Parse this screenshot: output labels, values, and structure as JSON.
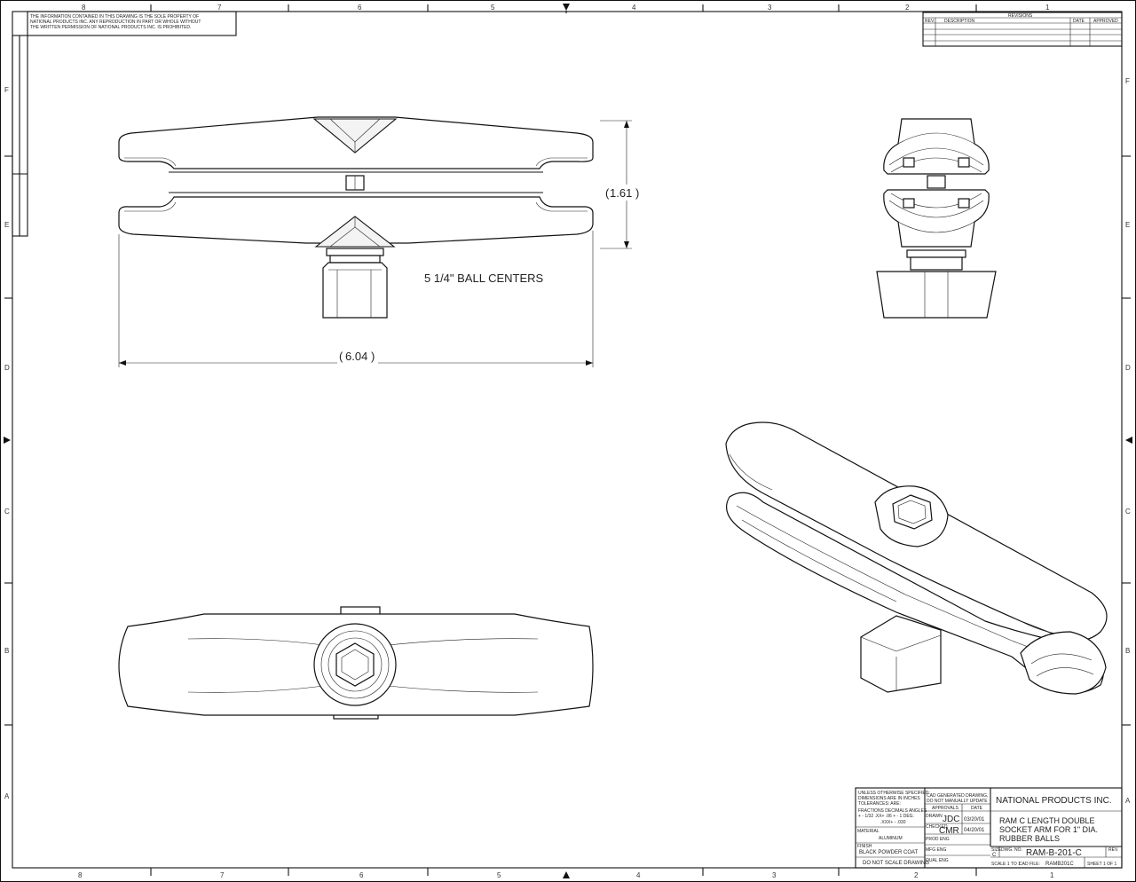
{
  "border": {
    "columns_top": [
      "8",
      "7",
      "6",
      "5",
      "4",
      "3",
      "2",
      "1"
    ],
    "columns_bottom": [
      "8",
      "7",
      "6",
      "5",
      "4",
      "3",
      "2",
      "1"
    ],
    "rows": [
      "F",
      "E",
      "D",
      "C",
      "B",
      "A"
    ]
  },
  "notice": {
    "line1": "THE INFORMATION CONTAINED IN THIS DRAWING IS THE SOLE PROPERTY OF",
    "line2": "NATIONAL PRODUCTS INC. ANY REPRODUCTION IN PART OR WHOLE WITHOUT",
    "line3": "THE WRITTEN PERMISSION OF NATIONAL PRODUCTS INC. IS PROHIBITED."
  },
  "revisions": {
    "title": "REVISIONS",
    "headers": [
      "REV.",
      "DESCRIPTION",
      "DATE",
      "APPROVED"
    ]
  },
  "dimensions": {
    "height": "1.61",
    "length": "6.04",
    "ball_centers": "5 1/4\" BALL CENTERS"
  },
  "title_block": {
    "tolerances": {
      "line1": "UNLESS OTHERWISE SPECIFIED:",
      "line2": "DIMENSIONS ARE IN INCHES",
      "line3": "TOLERANCES: ARE:",
      "line4": "FRACTIONS  DECIMALS  ANGLES",
      "line5": "+ - 1/32   .XX+ .06   + - 1 DEG.",
      "line6": ".XXX+ - .030"
    },
    "material_label": "MATERIAL",
    "material": "ALUMINUM",
    "finish_label": "FINISH",
    "finish": "BLACK POWDER COAT",
    "do_not_scale": "DO NOT SCALE DRAWING",
    "cad_note_1": "CAD GENERATED DRAWING,",
    "cad_note_2": "DO NOT MANUALLY UPDATE",
    "approvals": "APPROVALS",
    "date": "DATE",
    "drawn_label": "DRAWN",
    "drawn_by": "JDC",
    "drawn_date": "03/20/01",
    "checked_label": "CHECKED",
    "checked_by": "CMR",
    "checked_date": "04/20/01",
    "prod_eng": "PROD ENG",
    "mfg_eng": "MFG ENG",
    "qual_eng": "QUAL ENG",
    "company": "NATIONAL PRODUCTS INC.",
    "title_1": "RAM C LENGTH DOUBLE",
    "title_2": "SOCKET ARM FOR 1\" DIA.",
    "title_3": "RUBBER BALLS",
    "size_label": "SIZE",
    "size": "C",
    "dwg_no_label": "DWG. NO.",
    "dwg_no": "RAM-B-201-C",
    "rev_label": "REV.",
    "scale": "SCALE 1 TO 1",
    "cad_file_label": "CAD FILE:",
    "cad_file": "RAMB201C",
    "sheet": "SHEET 1 OF 1"
  }
}
